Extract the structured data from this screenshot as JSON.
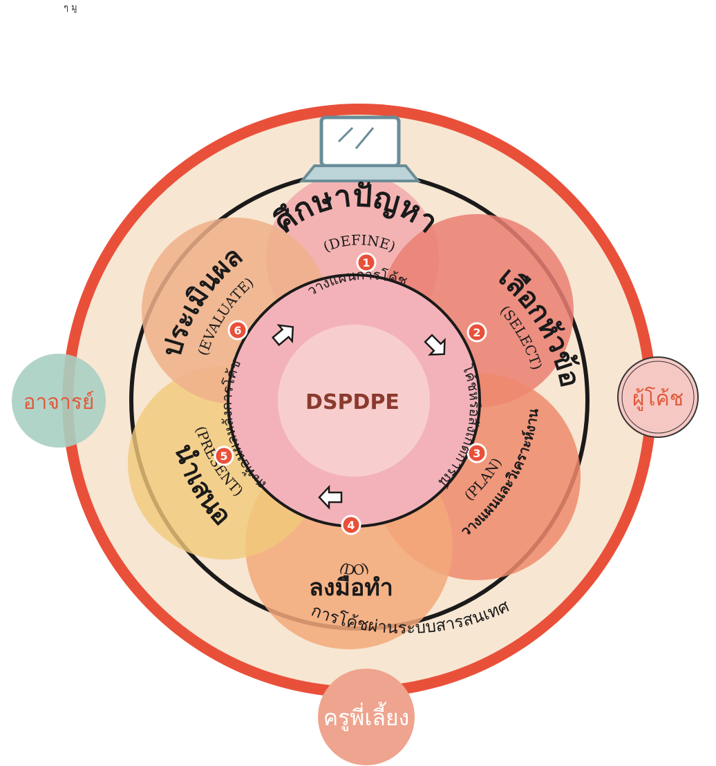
{
  "figure_label": "ๆ มู",
  "center": {
    "title": "DSPDPE"
  },
  "steps": [
    {
      "number": "1",
      "thai": "ศึกษาปัญหา",
      "english": "(DEFINE)"
    },
    {
      "number": "2",
      "thai": "เลือกหัวข้อ",
      "english": "(SELECT)"
    },
    {
      "number": "3",
      "thai": "วางแผนและวิเคราะห์งาน",
      "english": "(PLAN)"
    },
    {
      "number": "4",
      "thai": "ลงมือทำ",
      "english": "(DO)"
    },
    {
      "number": "5",
      "thai": "นำเสนอ",
      "english": "(PRESENT)"
    },
    {
      "number": "6",
      "thai": "ประเมินผล",
      "english": "(EVALUATE)"
    }
  ],
  "inner_ring": {
    "top": "วางแผนการโค้ช",
    "right": "โค้ชหรือสังเกตการณ์",
    "left": "สะท้อนผลหลังการโค้ช"
  },
  "outer_ring_text": "การโค้ชผ่านระบบสารสนเทศ",
  "roles": {
    "left": "อาจารย์",
    "right": "ผู้โค้ช",
    "bottom": "ครูพี่เลี้ยง"
  },
  "colors": {
    "outer_ring": "#e9503a",
    "cream": "#f7e6d2",
    "define": "#f2a9ae",
    "select": "#ea7f73",
    "plan": "#ef8a6d",
    "do": "#f3a87a",
    "present": "#f1c97b",
    "evaluate": "#eeb08a",
    "inner_pink": "#f3b2b9",
    "teacher": "#a9cfc3",
    "coach": "#f6c8c4",
    "mentor": "#eea48e"
  }
}
